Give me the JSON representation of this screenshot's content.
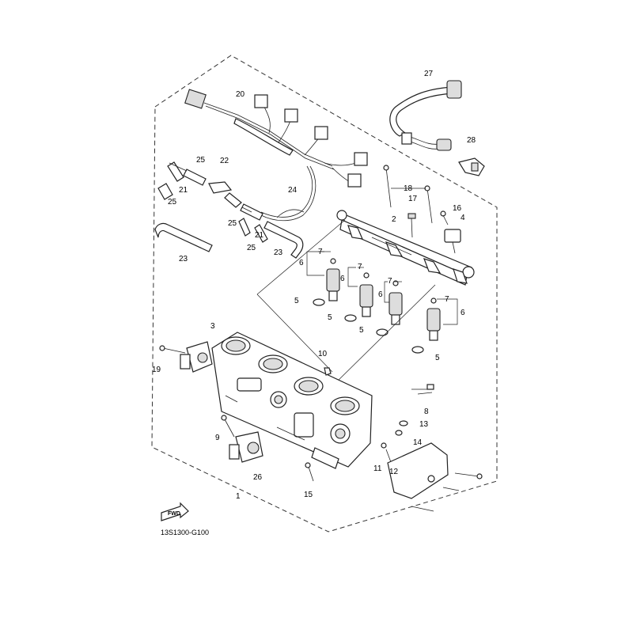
{
  "diagram": {
    "code": "13S1300-G100",
    "fwd_label": "FWD",
    "callouts": {
      "c1": "1",
      "c2": "2",
      "c3": "3",
      "c4": "4",
      "c5a": "5",
      "c5b": "5",
      "c5c": "5",
      "c5d": "5",
      "c6a": "6",
      "c6b": "6",
      "c6c": "6",
      "c6d": "6",
      "c7a": "7",
      "c7b": "7",
      "c7c": "7",
      "c7d": "7",
      "c8": "8",
      "c9": "9",
      "c10": "10",
      "c11": "11",
      "c12": "12",
      "c13": "13",
      "c14": "14",
      "c15": "15",
      "c16": "16",
      "c17": "17",
      "c18": "18",
      "c19": "19",
      "c20": "20",
      "c21a": "21",
      "c21b": "21",
      "c22": "22",
      "c23a": "23",
      "c23b": "23",
      "c24": "24",
      "c25a": "25",
      "c25b": "25",
      "c25c": "25",
      "c25d": "25",
      "c26": "26",
      "c27": "27",
      "c28": "28"
    }
  }
}
